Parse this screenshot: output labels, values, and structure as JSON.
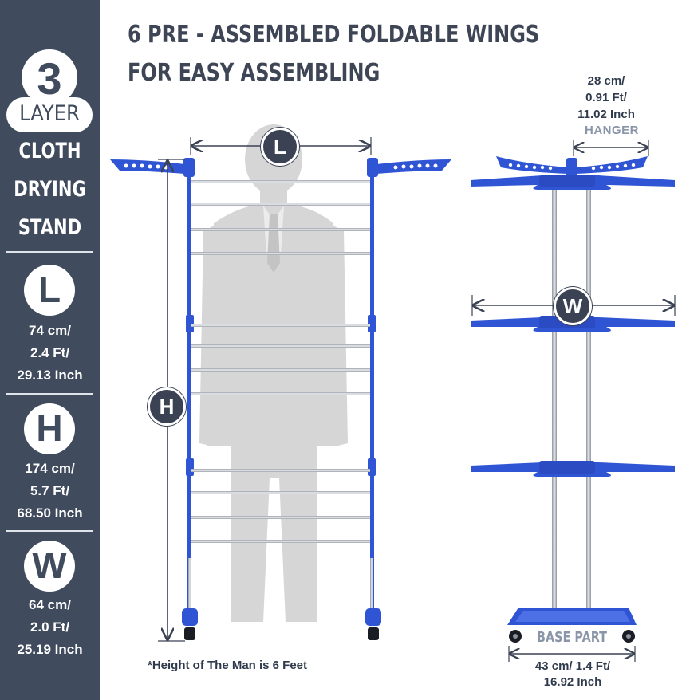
{
  "heading": {
    "line1": "6 PRE - ASSEMBLED FOLDABLE WINGS",
    "line2": "FOR EASY ASSEMBLING"
  },
  "sidebar": {
    "layers_number": "3",
    "layers_label": "LAYER",
    "title_lines": [
      "CLOTH",
      "DRYING",
      "STAND"
    ],
    "dims": [
      {
        "letter": "L",
        "metric": "74 cm/",
        "feet": "2.4 Ft/",
        "inch": "29.13 Inch"
      },
      {
        "letter": "H",
        "metric": "174 cm/",
        "feet": "5.7 Ft/",
        "inch": "68.50 Inch"
      },
      {
        "letter": "W",
        "metric": "64 cm/",
        "feet": "2.0 Ft/",
        "inch": "25.19 Inch"
      }
    ]
  },
  "front_view": {
    "length_marker": "L",
    "height_marker": "H",
    "footnote": "*Height of The Man is 6 Feet"
  },
  "side_view": {
    "hanger": {
      "line1": "28 cm/",
      "line2": "0.91 Ft/",
      "line3": "11.02 Inch",
      "label": "HANGER"
    },
    "width_marker": "W",
    "base_label": "BASE PART",
    "base_dim": {
      "line1": "43 cm/ 1.4 Ft/",
      "line2": "16.92 Inch"
    }
  },
  "colors": {
    "sidebar_bg": "#414b5e",
    "accent_blue": "#2f55d4",
    "steel": "#b9bec6",
    "silhouette": "#d6d6d6"
  }
}
